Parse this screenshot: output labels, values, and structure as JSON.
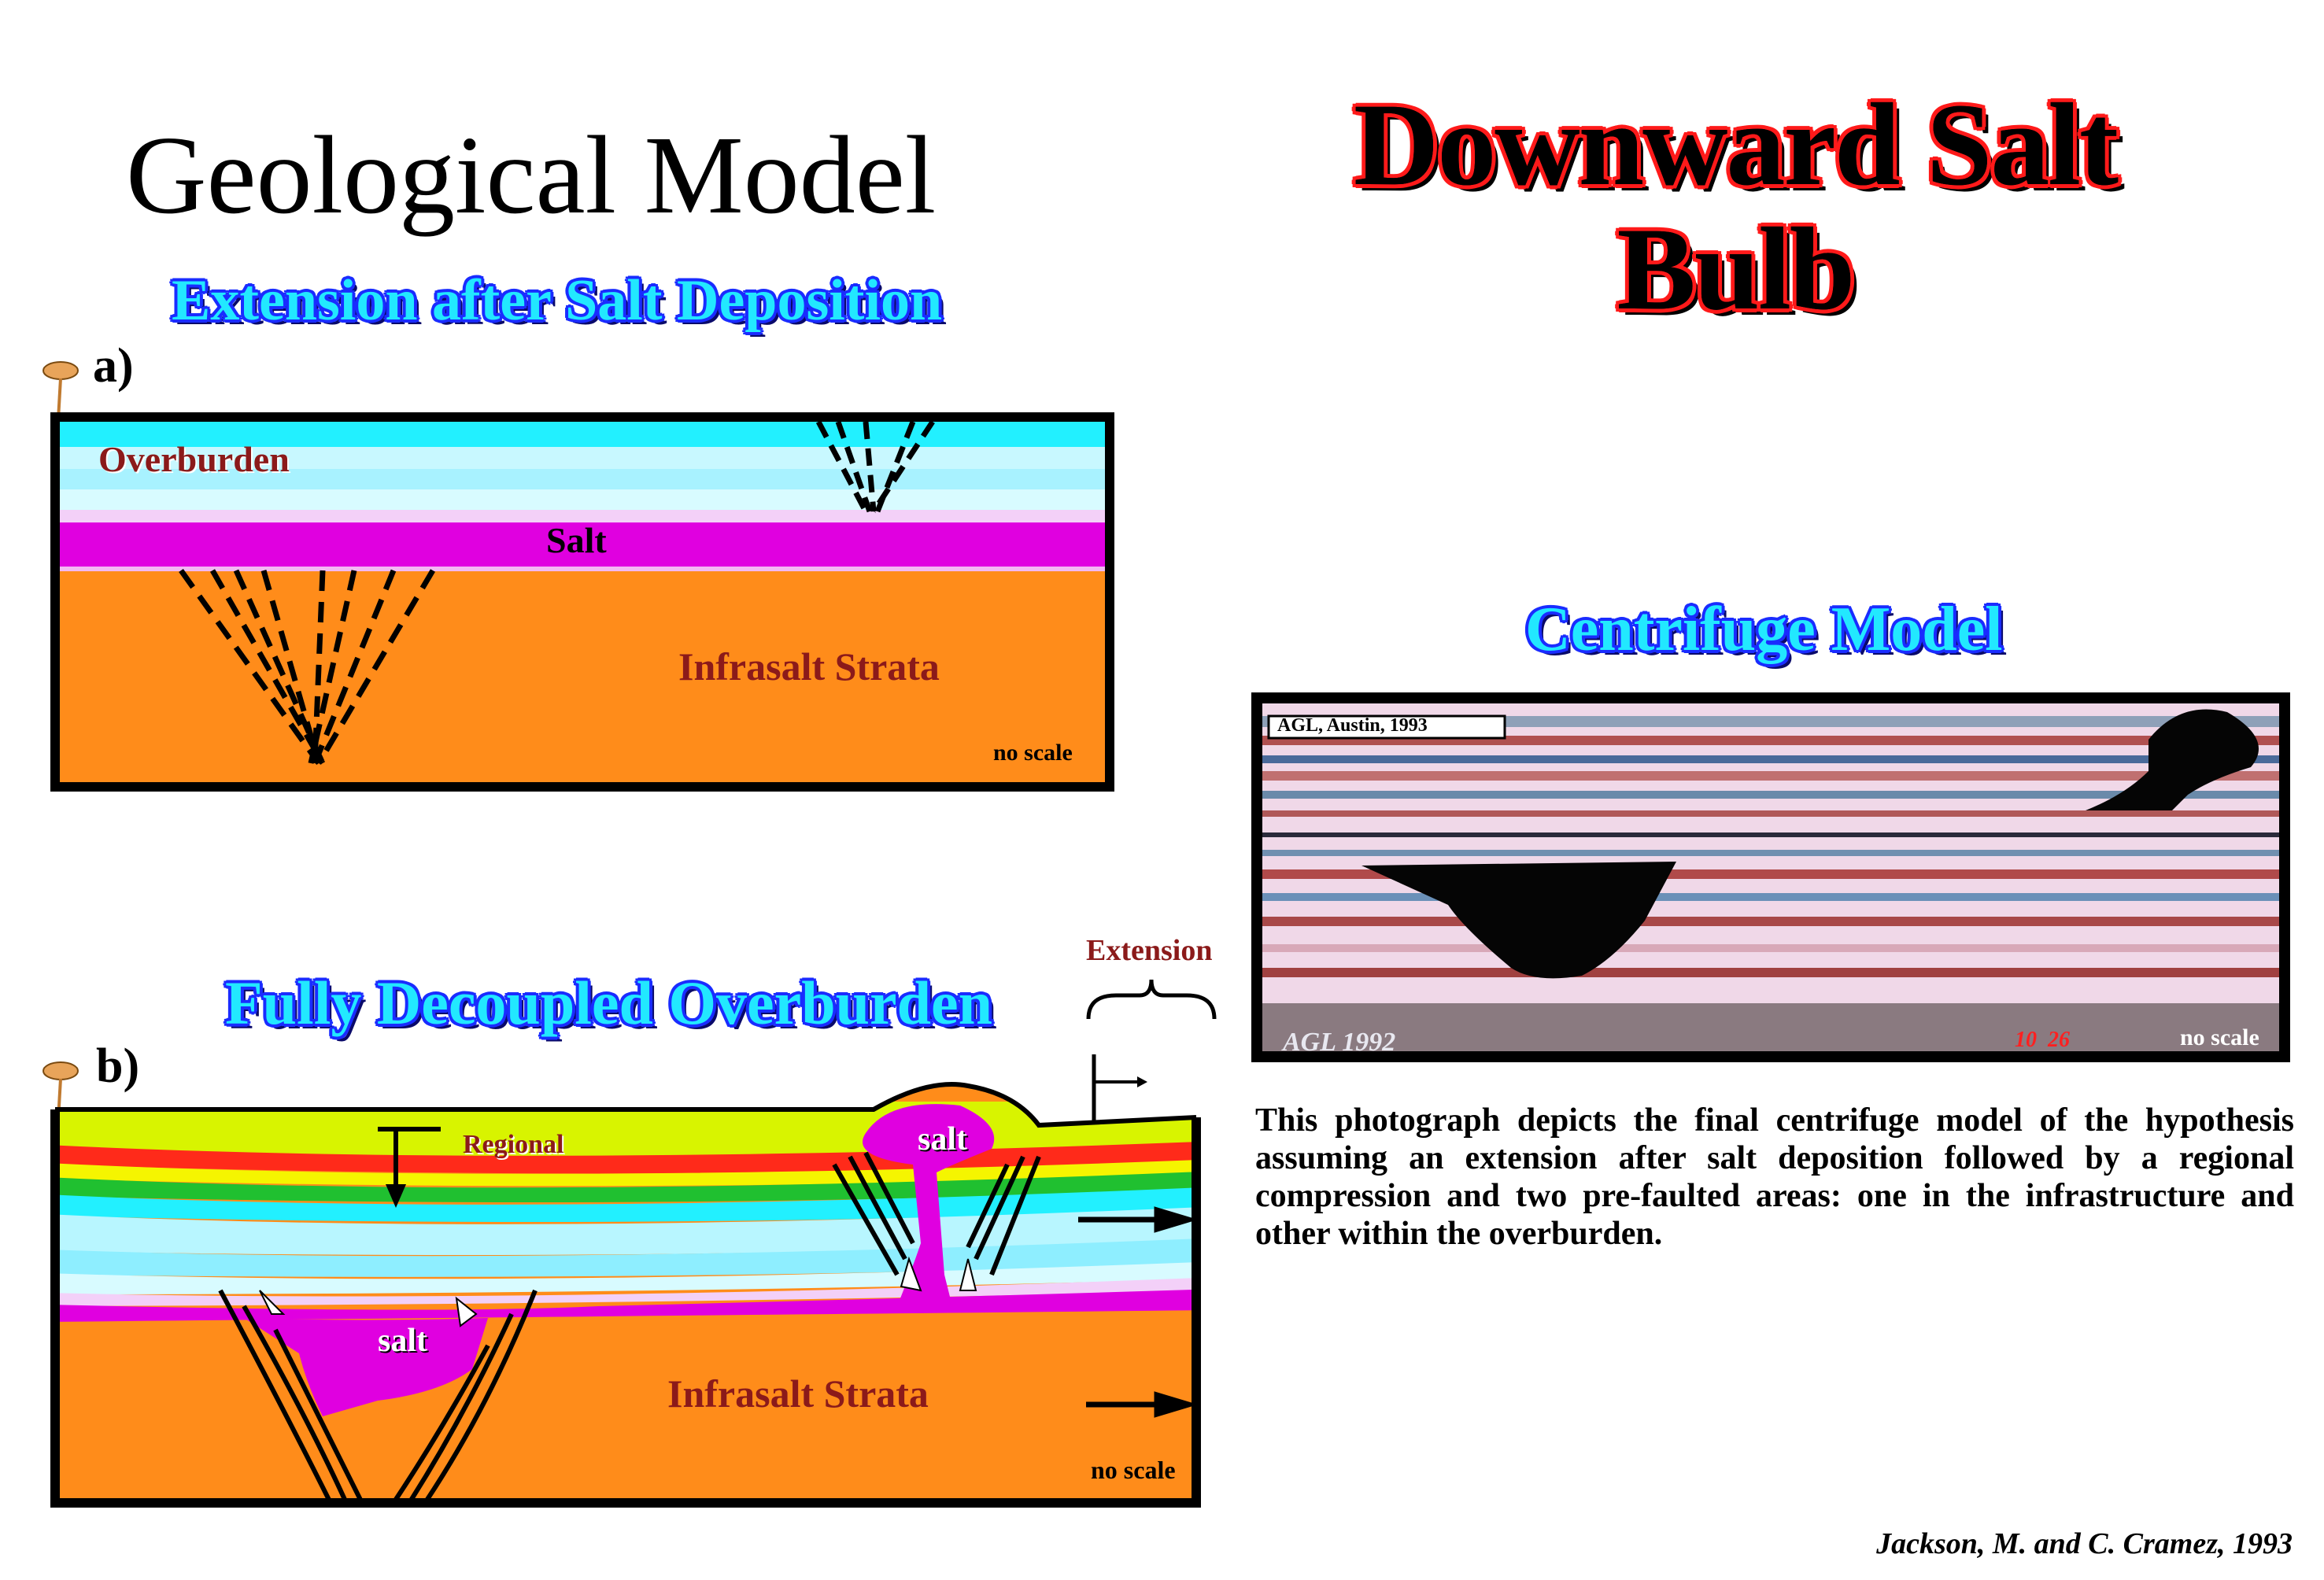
{
  "header": {
    "title": "Geological Model",
    "red_title_line1": "Downward Salt",
    "red_title_line2": "Bulb"
  },
  "panel_a": {
    "heading": "Extension after Salt Deposition",
    "letter": "a)",
    "labels": {
      "overburden": "Overburden",
      "salt": "Salt",
      "infrasalt": "Infrasalt Strata",
      "scale": "no scale"
    }
  },
  "panel_b": {
    "heading": "Fully Decoupled Overburden",
    "letter": "b)",
    "labels": {
      "extension": "Extension",
      "regional": "Regional",
      "salt_top": "salt",
      "salt_bottom": "salt",
      "infrasalt": "Infrasalt Strata",
      "scale": "no scale"
    }
  },
  "centrifuge": {
    "heading": "Centrifuge  Model",
    "photo_label": "AGL, Austin, 1993",
    "photo_stamp": "AGL 1992",
    "photo_date": "10  26  ",
    "scale": "no scale"
  },
  "description": "This photograph depicts the final centrifuge model of the hypothesis assuming an extension after salt deposition followed by a regional compression and two pre-faulted areas: one in the infrastructure and other within the overburden.",
  "citation": "Jackson, M. and C. Cramez, 1993",
  "colors": {
    "salt": "#e000e0",
    "infrasalt": "#ff8c1a",
    "overburden_cyan": "#22f0ff",
    "overburden_light": "#c8f8ff",
    "title_red": "#ff1a1a",
    "title_cyan": "#22e8ff"
  }
}
